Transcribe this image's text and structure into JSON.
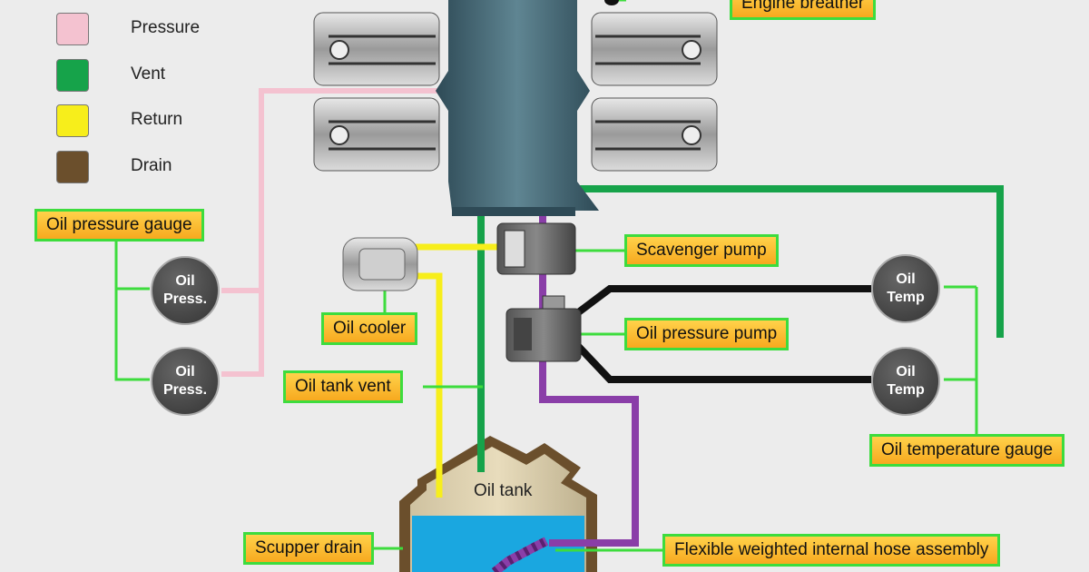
{
  "legend": [
    {
      "label": "Pressure",
      "color": "#f4c2d0"
    },
    {
      "label": "Vent",
      "color": "#16a34a"
    },
    {
      "label": "Return",
      "color": "#f7ee1b"
    },
    {
      "label": "Drain",
      "color": "#6b4f2c"
    }
  ],
  "labels": {
    "engine_breather": "Engine breather",
    "oil_pressure_gauge": "Oil pressure gauge",
    "scavenger_pump": "Scavenger pump",
    "oil_cooler": "Oil cooler",
    "oil_pressure_pump": "Oil pressure pump",
    "oil_tank_vent": "Oil tank vent",
    "oil_temperature_gauge": "Oil temperature gauge",
    "scupper_drain": "Scupper drain",
    "hose_assembly": "Flexible weighted internal hose assembly",
    "oil_tank": "Oil tank"
  },
  "gauges": {
    "press_line1": "Oil",
    "press_line2": "Press.",
    "temp_line1": "Oil",
    "temp_line2": "Temp"
  },
  "colors": {
    "pressure": "#f4c2d0",
    "vent": "#16a34a",
    "return": "#f7ee1b",
    "drain": "#6b4f2c",
    "scavenge": "#8a3ea8",
    "temp_line": "#111111",
    "callout_border": "#3ddc3d",
    "oil": "#1aa7e0"
  }
}
